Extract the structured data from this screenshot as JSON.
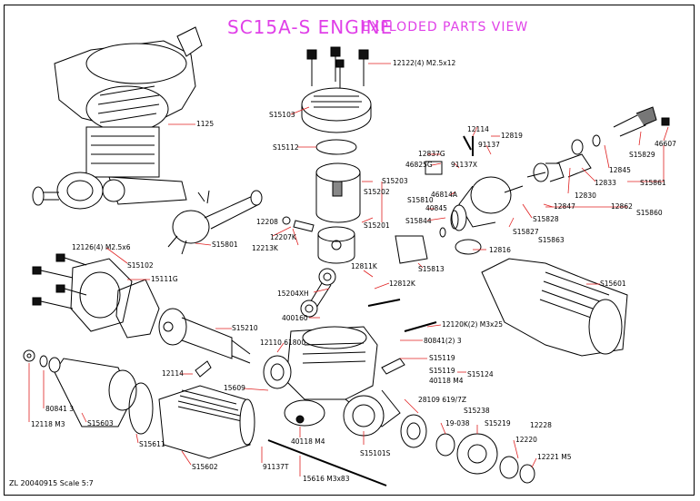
{
  "title": "SC15A-S ENGINE",
  "subtitle": "EXPLODED PARTS VIEW",
  "footer": "ZL 20040915  Scale 5:7",
  "accent_color": "#e040e8",
  "leader_color": "#e02020",
  "labels": [
    {
      "key": "l1125",
      "text": "1125"
    },
    {
      "key": "l12122",
      "text": "12122(4) M2.5x12"
    },
    {
      "key": "l15103",
      "text": "S15103"
    },
    {
      "key": "l15112",
      "text": "S15112"
    },
    {
      "key": "l15203",
      "text": "S15203"
    },
    {
      "key": "l15202",
      "text": "S15202"
    },
    {
      "key": "l15201",
      "text": "S15201"
    },
    {
      "key": "l12208",
      "text": "12208"
    },
    {
      "key": "l12207k",
      "text": "12207K"
    },
    {
      "key": "l12213k",
      "text": "12213K"
    },
    {
      "key": "l15801",
      "text": "S15801"
    },
    {
      "key": "l12126",
      "text": "12126(4) M2.5x6"
    },
    {
      "key": "l15102",
      "text": "S15102"
    },
    {
      "key": "l15111g",
      "text": "15111G"
    },
    {
      "key": "l15210",
      "text": "S15210"
    },
    {
      "key": "l12811k",
      "text": "12811K"
    },
    {
      "key": "l12812k",
      "text": "12812K"
    },
    {
      "key": "l15204xh",
      "text": "15204XH"
    },
    {
      "key": "l400160",
      "text": "400160"
    },
    {
      "key": "l12120k",
      "text": "12120K(2) M3x25"
    },
    {
      "key": "l80841_2",
      "text": "80841(2) 3"
    },
    {
      "key": "l12110",
      "text": "12110 61800"
    },
    {
      "key": "l15119a",
      "text": "S15119"
    },
    {
      "key": "l15119b",
      "text": "S15119"
    },
    {
      "key": "l40118a",
      "text": "40118 M4"
    },
    {
      "key": "l15124",
      "text": "S15124"
    },
    {
      "key": "l12114a",
      "text": "12114"
    },
    {
      "key": "l15609",
      "text": "15609"
    },
    {
      "key": "l40118b",
      "text": "40118 M4"
    },
    {
      "key": "l15101s",
      "text": "S15101S"
    },
    {
      "key": "l28109",
      "text": "28109 619/7Z"
    },
    {
      "key": "l15238",
      "text": "S15238"
    },
    {
      "key": "l19038",
      "text": "19-038"
    },
    {
      "key": "l15219",
      "text": "S15219"
    },
    {
      "key": "l12228",
      "text": "12228"
    },
    {
      "key": "l12220",
      "text": "12220"
    },
    {
      "key": "l12221",
      "text": "12221 M5"
    },
    {
      "key": "l80841_3",
      "text": "80841 3"
    },
    {
      "key": "l12118",
      "text": "12118 M3"
    },
    {
      "key": "l15603",
      "text": "S15603"
    },
    {
      "key": "l15611",
      "text": "S15611"
    },
    {
      "key": "l15602",
      "text": "S15602"
    },
    {
      "key": "l91137t",
      "text": "91137T"
    },
    {
      "key": "l15616",
      "text": "15616 M3x83"
    },
    {
      "key": "l15601",
      "text": "S15601"
    },
    {
      "key": "l12114b",
      "text": "12114"
    },
    {
      "key": "l12819",
      "text": "12819"
    },
    {
      "key": "l91137",
      "text": "91137"
    },
    {
      "key": "l12837g",
      "text": "12837G"
    },
    {
      "key": "l46825g",
      "text": "46825G"
    },
    {
      "key": "l91137x",
      "text": "91137X"
    },
    {
      "key": "l15810",
      "text": "S15810"
    },
    {
      "key": "l46814a",
      "text": "46814A"
    },
    {
      "key": "l40845",
      "text": "40845"
    },
    {
      "key": "l15844",
      "text": "S15844"
    },
    {
      "key": "l15813",
      "text": "S15813"
    },
    {
      "key": "l12816",
      "text": "12816"
    },
    {
      "key": "l15828",
      "text": "S15828"
    },
    {
      "key": "l15827",
      "text": "S15827"
    },
    {
      "key": "l15863",
      "text": "S15863"
    },
    {
      "key": "l12847",
      "text": "12847"
    },
    {
      "key": "l12830",
      "text": "12830"
    },
    {
      "key": "l12833",
      "text": "12833"
    },
    {
      "key": "l12862",
      "text": "12862"
    },
    {
      "key": "l12845",
      "text": "12845"
    },
    {
      "key": "l15829",
      "text": "S15829"
    },
    {
      "key": "l46607",
      "text": "46607"
    },
    {
      "key": "l15861",
      "text": "S15861"
    },
    {
      "key": "l15860",
      "text": "S15860"
    }
  ]
}
